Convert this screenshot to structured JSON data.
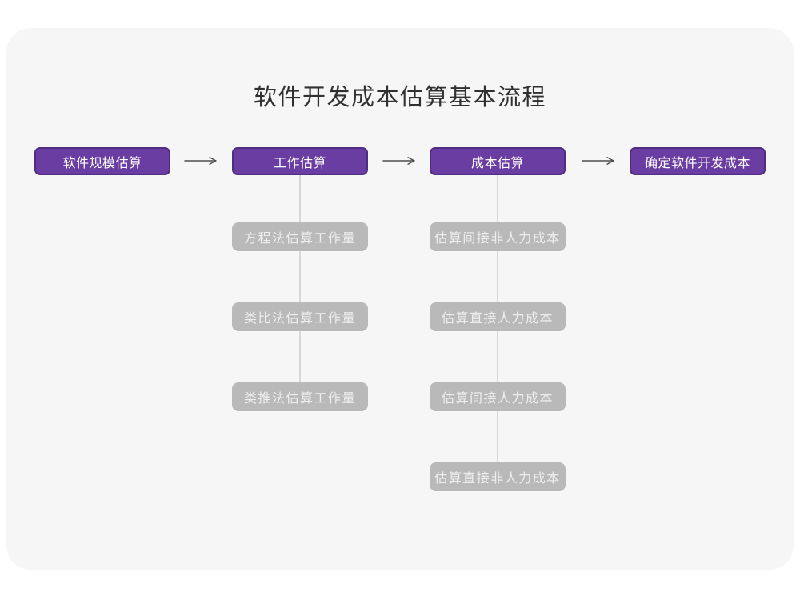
{
  "page": {
    "title": "软件开发成本估算基本流程"
  },
  "colors": {
    "stage_fill": "#6a3da2",
    "stage_border": "#4f2d80",
    "stage_text": "#ffffff",
    "sub_fill": "#b9b9b9",
    "sub_text": "#eeeeee",
    "card_bg": "#f6f6f7",
    "connector": "#d8d8d8",
    "arrow": "#4d4d4d",
    "title_text": "#303030"
  },
  "flow": {
    "stages": [
      {
        "label": "软件规模估算"
      },
      {
        "label": "工作估算"
      },
      {
        "label": "成本估算"
      },
      {
        "label": "确定软件开发成本"
      }
    ],
    "work_estimation_methods": [
      {
        "label": "方程法估算工作量"
      },
      {
        "label": "类比法估算工作量"
      },
      {
        "label": "类推法估算工作量"
      }
    ],
    "cost_estimation_steps": [
      {
        "label": "估算间接非人力成本"
      },
      {
        "label": "估算直接人力成本"
      },
      {
        "label": "估算间接人力成本"
      },
      {
        "label": "估算直接非人力成本"
      }
    ]
  }
}
